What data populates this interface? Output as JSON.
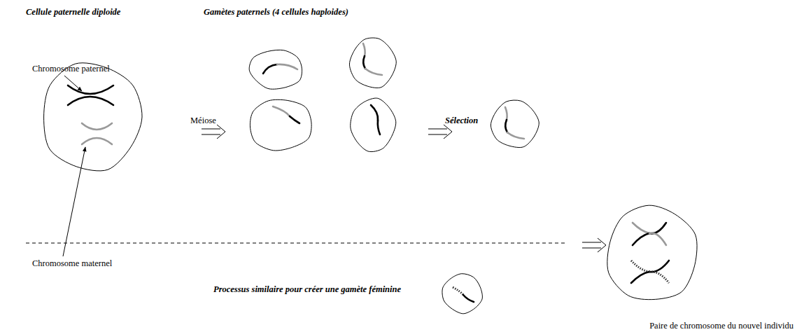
{
  "diagram": {
    "labels": [
      "Cellule paternelle diploide",
      "Gamètes paternels (4 cellules haploides)",
      "Chromosome paternel",
      "Méiose",
      "Sélection",
      "Chromosome maternel",
      "Processus similaire pour créer une gamète féminine",
      "Paire de chromosome du nouvel individu"
    ]
  }
}
